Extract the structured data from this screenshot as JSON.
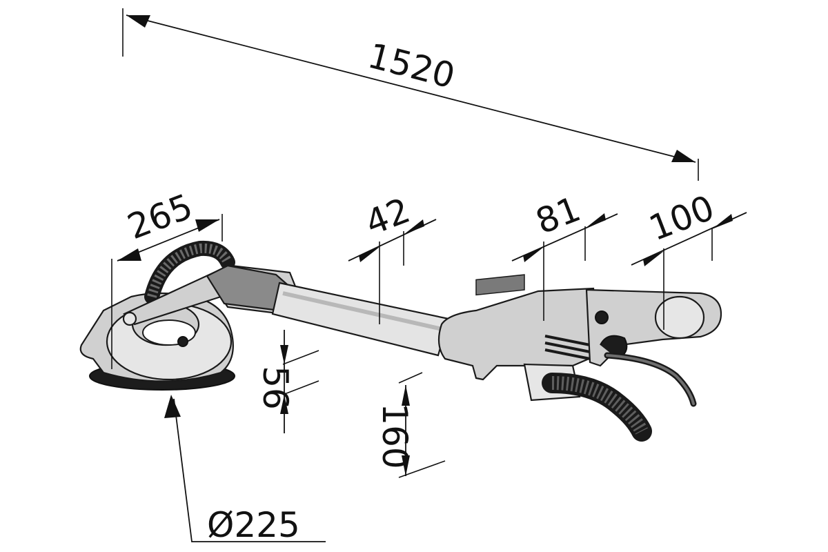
{
  "drawing": {
    "dimensions": {
      "overall_length": "1520",
      "head_length": "265",
      "tube_diameter": "42",
      "motor_width": "81",
      "handle_width": "100",
      "head_height": "56",
      "motor_height": "160",
      "disc_diameter": "Ø225"
    }
  }
}
